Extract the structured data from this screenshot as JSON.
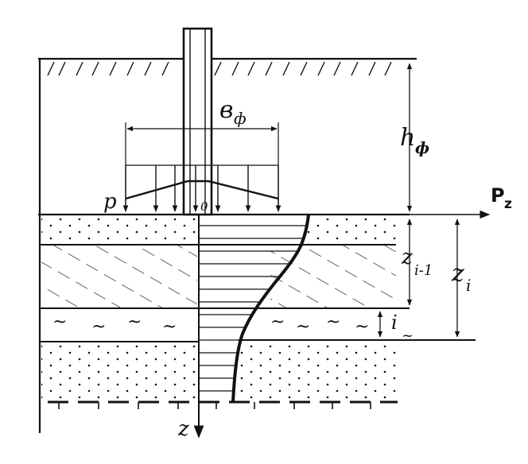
{
  "labels": {
    "width_main": "в",
    "width_sub": "ф",
    "depth_main": "h",
    "depth_sub": "ф",
    "pressure": "p",
    "origin": "0",
    "force_main": "P",
    "force_sub": "z",
    "zi1_main": "z",
    "zi1_sub": "i-1",
    "zi_main": "z",
    "zi_sub": "i",
    "layer_i": "i",
    "layer_tilde": "~",
    "axis_z": "z"
  },
  "colors": {
    "ink": "#111111",
    "background": "#ffffff"
  }
}
